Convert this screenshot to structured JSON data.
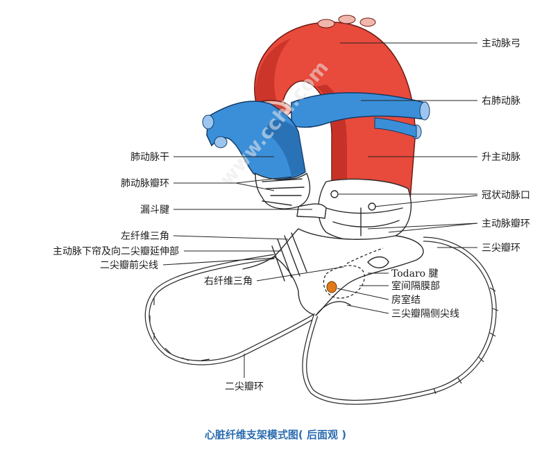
{
  "labels": {
    "aortic_arch": "主动脉弓",
    "right_pulmonary_artery": "右肺动脉",
    "pulmonary_trunk": "肺动脉干",
    "ascending_aorta": "升主动脉",
    "pulmonary_valve_ring": "肺动脉瓣环",
    "coronary_ostium": "冠状动脉口",
    "infundibular_tendon": "漏斗腱",
    "aortic_valve_ring": "主动脉瓣环",
    "left_fibrous_trigone": "左纤维三角",
    "aortic_curtain": "主动脉下帘及向二尖瓣延伸部",
    "tricuspid_ring": "三尖瓣环",
    "mitral_anterior_line": "二尖瓣前尖线",
    "todaro_tendon": "Todaro 腱",
    "right_fibrous_trigone": "右纤维三角",
    "membranous_septum": "室间隔膜部",
    "av_node": "房室结",
    "tricuspid_septal_line": "三尖瓣隔侧尖线",
    "mitral_ring": "二尖瓣环"
  },
  "caption": "心脏纤维支架模式图( 后面观 )",
  "watermark": "www.cchi.com",
  "colors": {
    "aorta": "#e84a3c",
    "aorta_shade": "#b8281e",
    "pulmonary": "#3b8fd9",
    "pulmonary_shade": "#1f5f9e",
    "av_node": "#e07a1a",
    "caption": "#2b6cb0"
  }
}
